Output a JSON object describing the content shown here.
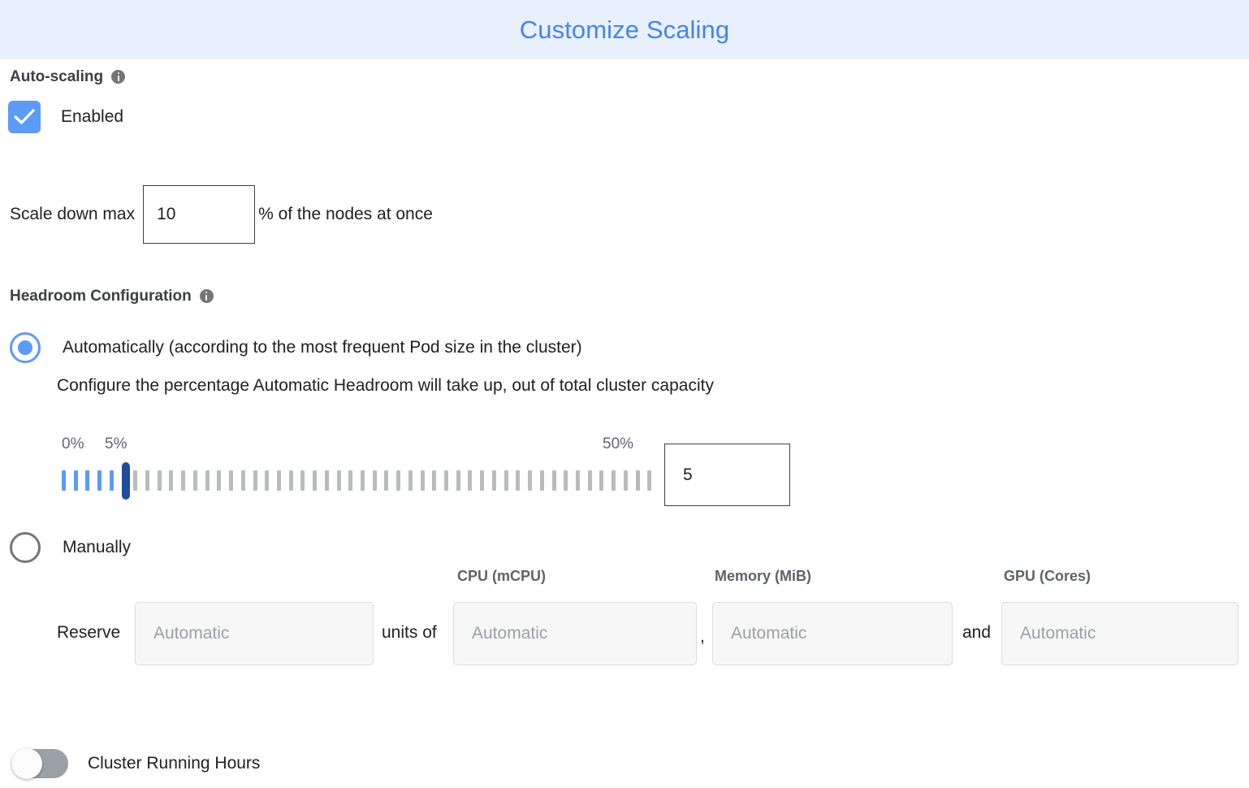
{
  "header": {
    "title": "Customize Scaling",
    "accent_color": "#4285f4",
    "background_color": "#e9f0fd"
  },
  "autoscaling": {
    "section_label": "Auto-scaling",
    "info_icon": "info-icon",
    "enabled_label": "Enabled",
    "enabled_checked": true,
    "checkbox_color": "#5b9bf8"
  },
  "scale_down": {
    "prefix_label": "Scale down max",
    "value": "10",
    "suffix_label": "% of the nodes at once"
  },
  "headroom": {
    "section_label": "Headroom Configuration",
    "info_icon": "info-icon",
    "options": [
      {
        "label": "Automatically (according to the most frequent Pod size in the cluster)",
        "selected": true
      },
      {
        "label": "Manually",
        "selected": false
      }
    ],
    "help_text": "Configure the percentage Automatic Headroom will take up, out of total cluster capacity",
    "slider": {
      "min_label": "0%",
      "mark_label": "5%",
      "max_label": "50%",
      "min": 0,
      "max": 50,
      "value": 5,
      "tick_count": 50,
      "value_box": "5",
      "filled_color": "#5b9bf8",
      "empty_color": "#b9bcbf",
      "thumb_color": "#1f4e9c"
    },
    "manual": {
      "reserve_label": "Reserve",
      "units_joiner": "units of",
      "comma_joiner": ",",
      "and_joiner": "and",
      "columns": [
        {
          "header": "CPU (mCPU)",
          "placeholder": "Automatic",
          "value": ""
        },
        {
          "header": "Memory (MiB)",
          "placeholder": "Automatic",
          "value": ""
        },
        {
          "header": "GPU (Cores)",
          "placeholder": "Automatic",
          "value": ""
        }
      ],
      "units_field": {
        "placeholder": "Automatic",
        "value": ""
      }
    }
  },
  "cluster_running_hours": {
    "label": "Cluster Running Hours",
    "enabled": false
  }
}
